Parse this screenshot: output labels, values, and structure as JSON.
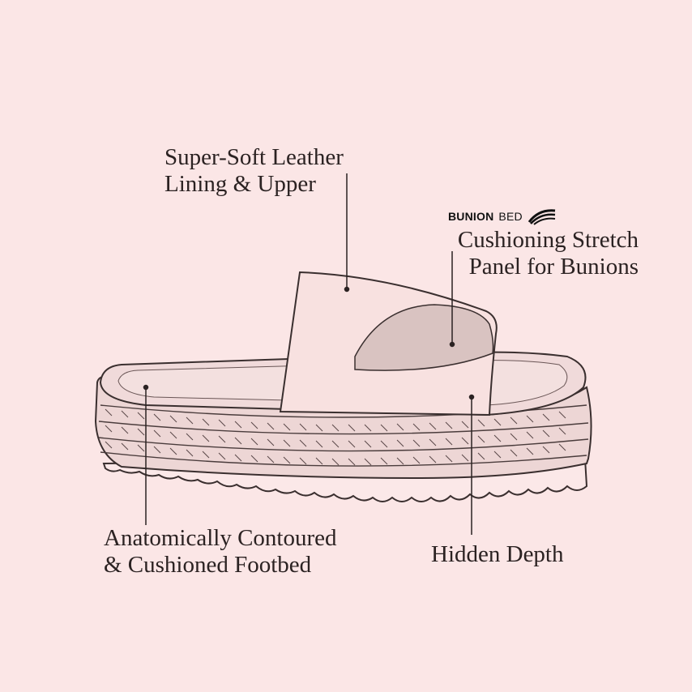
{
  "callouts": {
    "leather": {
      "line1": "Super-Soft Leather",
      "line2": "Lining & Upper"
    },
    "bunion_brand": {
      "bold": "BUNION",
      "light": "BED",
      "logo": "wave-stripes-icon"
    },
    "bunion": {
      "line1": "Cushioning Stretch",
      "line2": "Panel for Bunions"
    },
    "footbed": {
      "line1": "Anatomically Contoured",
      "line2": "& Cushioned Footbed"
    },
    "depth": {
      "line1": "Hidden Depth"
    }
  },
  "colors": {
    "background": "#fbe6e6",
    "strap": "#f8e1e0",
    "panel": "#d9c3c1",
    "outline": "#3a2f2f"
  }
}
